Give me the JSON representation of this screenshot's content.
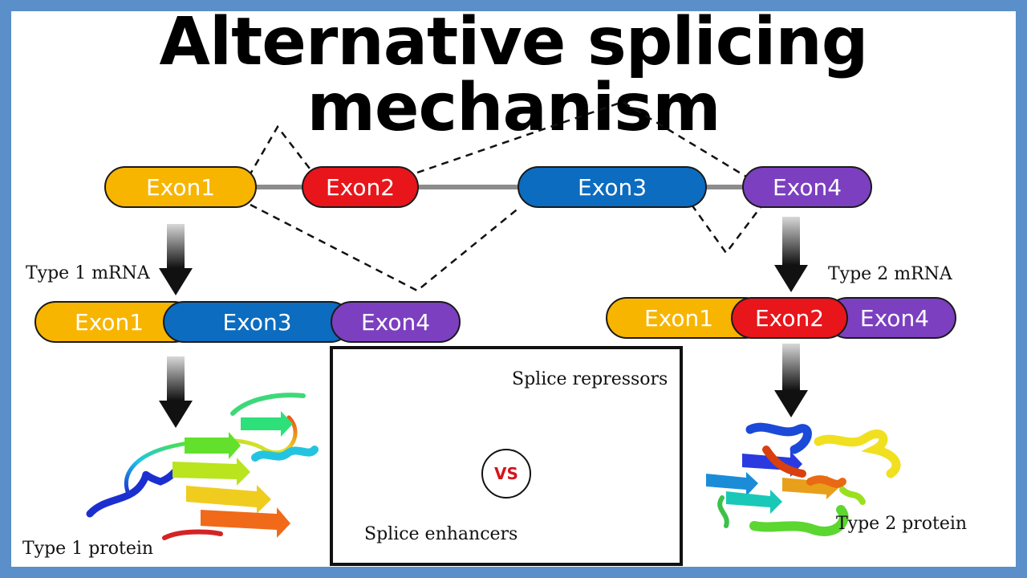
{
  "title": "Alternative splicing mechanism",
  "gene": {
    "exons": [
      "Exon1",
      "Exon2",
      "Exon3",
      "Exon4"
    ]
  },
  "mrna1": {
    "label": "Type 1 mRNA",
    "exons": [
      "Exon1",
      "Exon3",
      "Exon4"
    ]
  },
  "mrna2": {
    "label": "Type 2 mRNA",
    "exons": [
      "Exon1",
      "Exon2",
      "Exon4"
    ]
  },
  "protein1": {
    "label": "Type 1 protein"
  },
  "protein2": {
    "label": "Type 2 protein"
  },
  "inset": {
    "repressors": "Splice repressors",
    "enhancers": "Splice enhancers",
    "vs": "VS"
  },
  "colors": {
    "border": "#5b8fc9",
    "exon1": "#f7b500",
    "exon2": "#e8151b",
    "exon3": "#0b6cc0",
    "exon4": "#7c3fc0",
    "enhancer": "#7aa865",
    "repressor": "#3f4c6b"
  }
}
